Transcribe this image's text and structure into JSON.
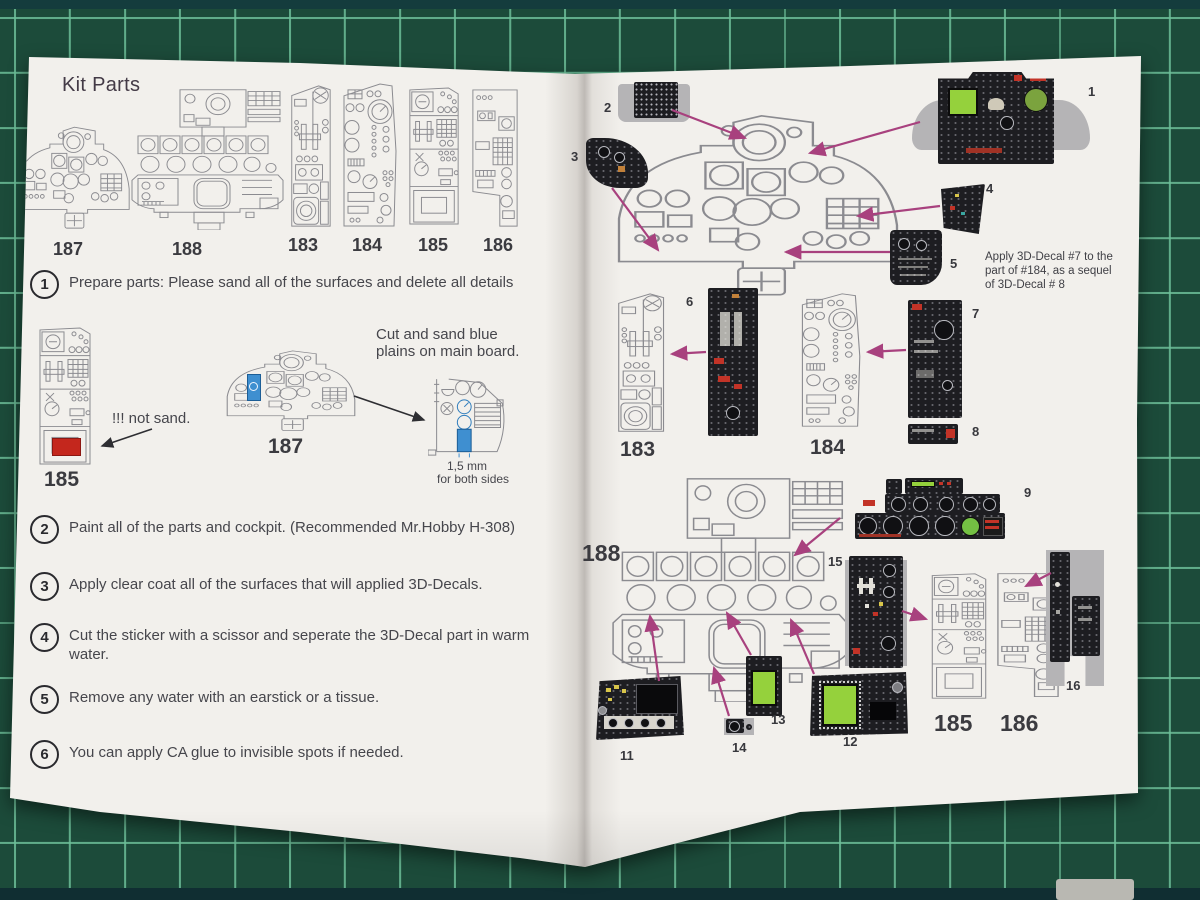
{
  "left_page": {
    "title": "Kit Parts",
    "parts_row_labels": [
      "187",
      "188",
      "183",
      "184",
      "185",
      "186"
    ],
    "mid_labels": {
      "p185": "185",
      "p187": "187"
    },
    "annotations": {
      "not_sand": "!!! not sand.",
      "cut_blue": "Cut and sand blue plains on main board.",
      "mm_value": "1,5 mm",
      "mm_caption": "for both sides"
    },
    "steps": [
      {
        "num": "1",
        "text": "Prepare parts: Please sand all of the surfaces and delete all details"
      },
      {
        "num": "2",
        "text": "Paint all of the parts and cockpit. (Recommended Mr.Hobby H-308)"
      },
      {
        "num": "3",
        "text": "Apply clear coat all of the surfaces that will applied 3D-Decals."
      },
      {
        "num": "4",
        "text": "Cut the sticker with a scissor and seperate the 3D-Decal part in warm water."
      },
      {
        "num": "5",
        "text": "Remove any water with an earstick or a tissue."
      },
      {
        "num": "6",
        "text": "You can apply CA glue to invisible spots if needed."
      }
    ]
  },
  "right_page": {
    "note": "Apply 3D-Decal #7 to the part of #184, as a sequel of 3D-Decal # 8",
    "decals": {
      "d1": "1",
      "d2": "2",
      "d3": "3",
      "d4": "4",
      "d5": "5",
      "d6": "6",
      "d7": "7",
      "d8": "8",
      "d9": "9",
      "d11": "11",
      "d12": "12",
      "d13": "13",
      "d14": "14",
      "d15": "15",
      "d16": "16"
    },
    "parts": {
      "p183": "183",
      "p184": "184",
      "p188": "188",
      "p185": "185",
      "p186": "186"
    }
  },
  "colors": {
    "mat": "#1c4b3a",
    "grid": "#6cbe98",
    "arrow": "#a8417e",
    "blue_part": "#3f8fd0",
    "red_part": "#c4271d",
    "screen_green": "#95d13c"
  }
}
